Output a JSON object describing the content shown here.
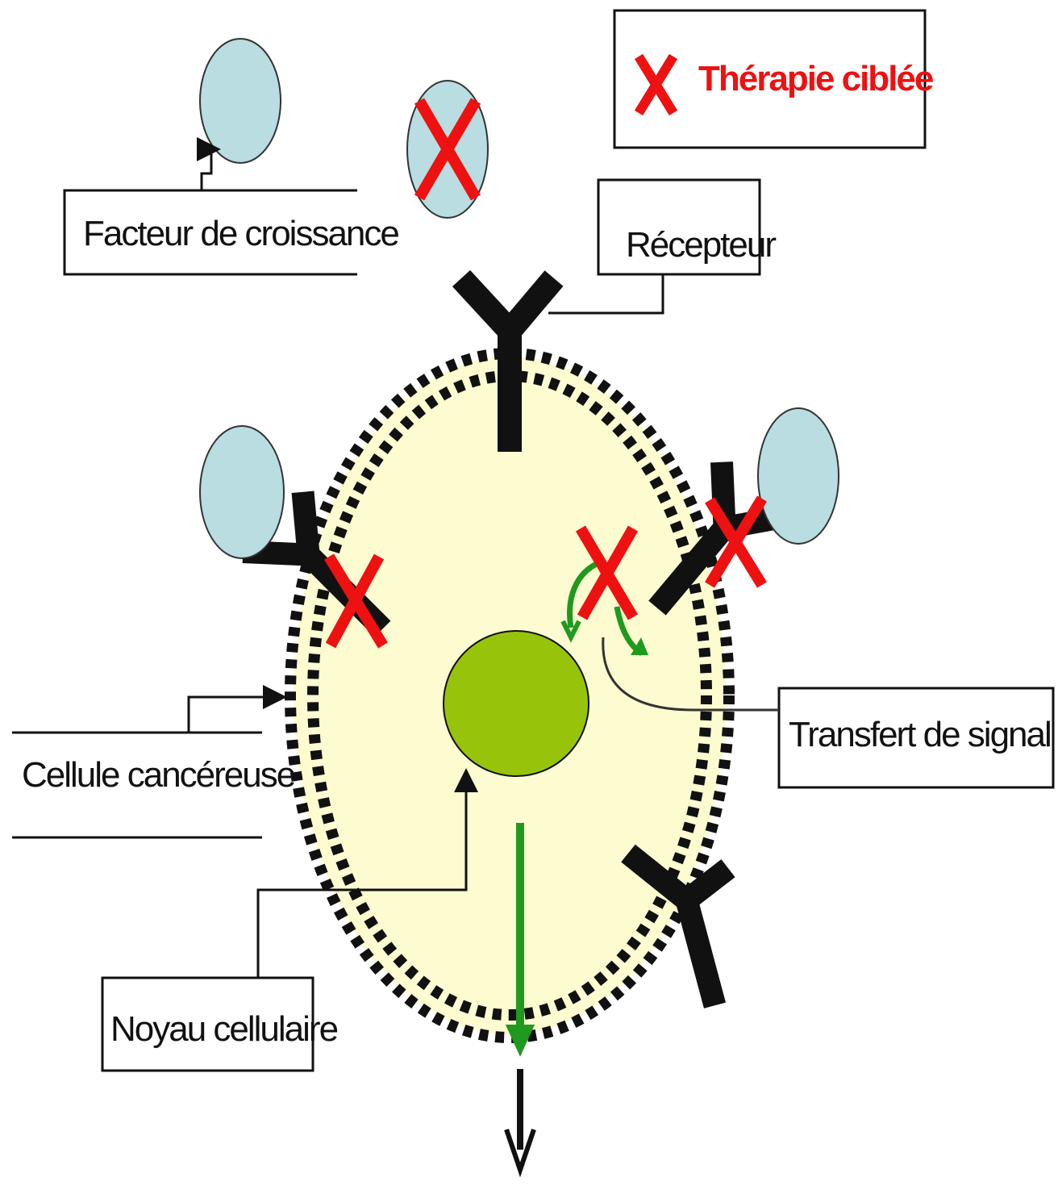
{
  "legend": {
    "label": "Thérapie ciblée",
    "color": "#ee1111",
    "icon": "red-x-icon"
  },
  "labels": {
    "growth_factor": "Facteur de croissance",
    "receptor": "Récepteur",
    "signal_transfer": "Transfert de signal",
    "cancer_cell": "Cellule cancéreuse",
    "nucleus": "Noyau cellulaire"
  },
  "colors": {
    "cell_fill": "#fdfbd0",
    "membrane": "#111111",
    "growth_factor_fill": "#b9dde1",
    "nucleus_fill": "#97c40b",
    "signal_arrow": "#1f9a1f",
    "therapy_x": "#ee1111",
    "receptor": "#111111"
  }
}
